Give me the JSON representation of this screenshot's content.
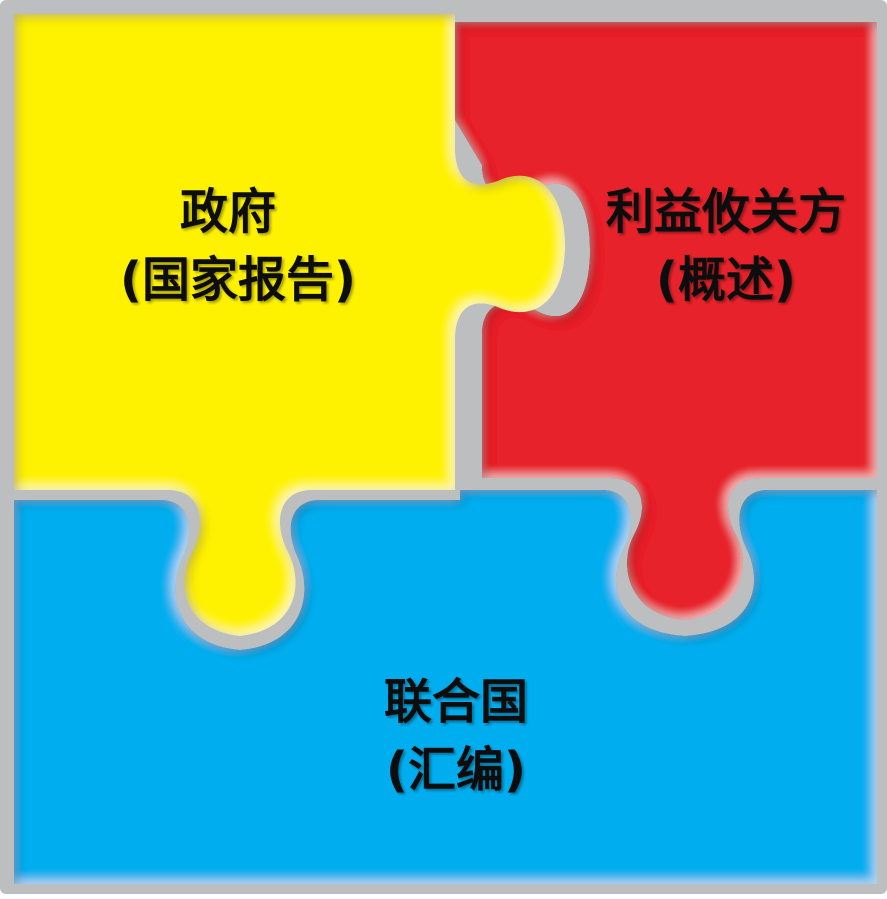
{
  "pieces": {
    "government": {
      "line1": "政府",
      "line2": "(国家报告)",
      "color": "#fff200"
    },
    "stakeholders": {
      "line1": "利益攸关方",
      "line2": "(概述)",
      "color": "#e8202a"
    },
    "united_nations": {
      "line1": "联合国",
      "line2": "(汇编)",
      "color": "#00aeef"
    }
  },
  "background_color": "#bcbec0"
}
